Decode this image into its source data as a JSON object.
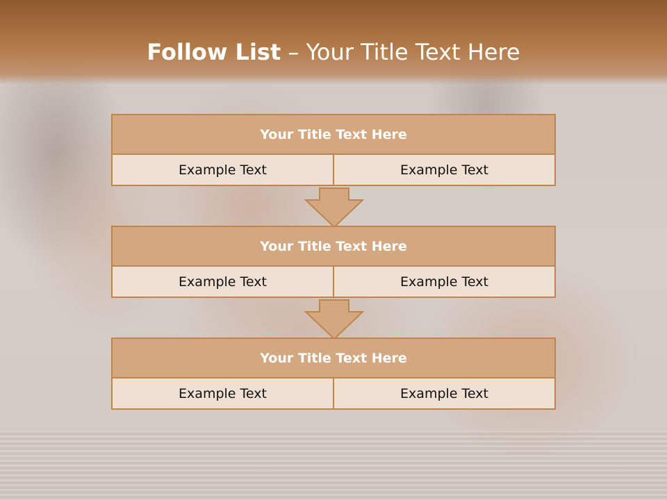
{
  "slide": {
    "title_bold": "Follow List",
    "title_rest": " – Your Title Text Here"
  },
  "steps": [
    {
      "title": "Your Title Text Here",
      "left": "Example Text",
      "right": "Example Text"
    },
    {
      "title": "Your Title Text Here",
      "left": "Example Text",
      "right": "Example Text"
    },
    {
      "title": "Your Title Text Here",
      "left": "Example Text",
      "right": "Example Text"
    }
  ],
  "colors": {
    "header": "#a86e3c",
    "box_title": "#d3a77f",
    "box_cell": "#f0dfd3",
    "border": "#c0854a"
  }
}
